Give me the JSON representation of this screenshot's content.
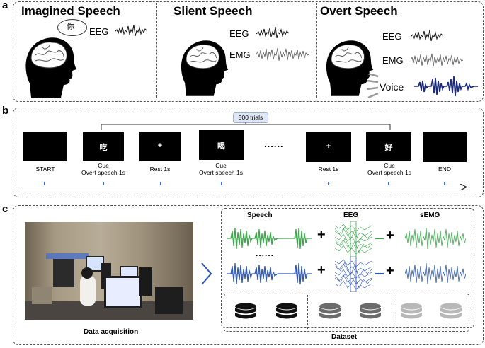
{
  "panel_a": {
    "label": "a",
    "imagined": {
      "title": "Imagined Speech",
      "bubble": "你",
      "signal": "EEG"
    },
    "silent": {
      "title": "Slient Speech",
      "signals": [
        "EEG",
        "EMG"
      ]
    },
    "overt": {
      "title": "Overt Speech",
      "signals": [
        "EEG",
        "EMG",
        "Voice"
      ]
    }
  },
  "panel_b": {
    "label": "b",
    "trials_label": "500 trials",
    "ellipsis": "......",
    "steps": [
      {
        "glyph": "",
        "label": "START"
      },
      {
        "glyph": "吃",
        "label": "Cue\nOvert speech 1s"
      },
      {
        "glyph": "+",
        "label": "Rest 1s"
      },
      {
        "glyph": "喝",
        "label": "Cue\nOvert speech 1s"
      },
      {
        "glyph": "+",
        "label": "Rest 1s"
      },
      {
        "glyph": "好",
        "label": "Cue\nOvert speech 1s"
      },
      {
        "glyph": "",
        "label": "END"
      }
    ]
  },
  "panel_c": {
    "label": "c",
    "photo_caption": "Data acquisition",
    "columns": [
      "Speech",
      "EEG",
      "sEMG"
    ],
    "ellipsis": "......",
    "dataset_label": "Dataset"
  },
  "colors": {
    "voice": "#1b2a7a",
    "green": "#3aa84a",
    "blue": "#2f57b8",
    "timeline_tick": "#3a6fd8"
  }
}
